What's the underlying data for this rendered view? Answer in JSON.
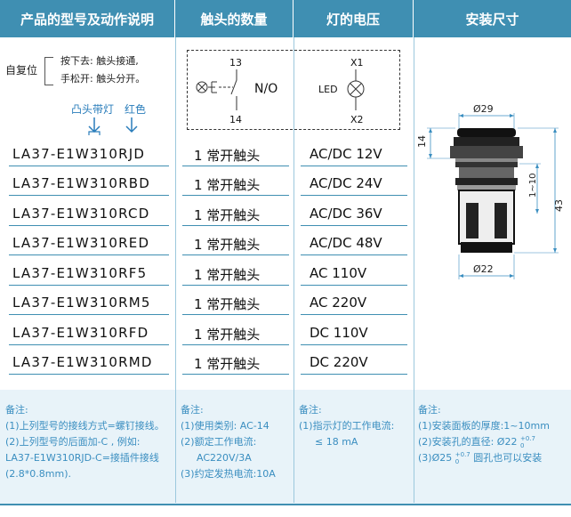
{
  "headers": [
    "产品的型号及动作说明",
    "触头的数量",
    "灯的电压",
    "安装尺寸"
  ],
  "desc": {
    "self_reset": "自复位",
    "press": "按下去: 触头接通,",
    "release": "手松开: 触头分开。",
    "convex_label": "凸头带灯",
    "red_label": "红色"
  },
  "contact_diagram": {
    "top": "13",
    "bottom": "14",
    "mode": "N/O"
  },
  "lamp_diagram": {
    "top": "X1",
    "bottom": "X2",
    "label": "LED"
  },
  "rows": [
    {
      "model": "LA37-E1W310RJD",
      "contact": "1 常开触头",
      "voltage": "AC/DC 12V"
    },
    {
      "model": "LA37-E1W310RBD",
      "contact": "1 常开触头",
      "voltage": "AC/DC 24V"
    },
    {
      "model": "LA37-E1W310RCD",
      "contact": "1 常开触头",
      "voltage": "AC/DC 36V"
    },
    {
      "model": "LA37-E1W310RED",
      "contact": "1 常开触头",
      "voltage": "AC/DC 48V"
    },
    {
      "model": "LA37-E1W310RF5",
      "contact": "1 常开触头",
      "voltage": "AC 110V"
    },
    {
      "model": "LA37-E1W310RM5",
      "contact": "1 常开触头",
      "voltage": "AC 220V"
    },
    {
      "model": "LA37-E1W310RFD",
      "contact": "1 常开触头",
      "voltage": "DC 110V"
    },
    {
      "model": "LA37-E1W310RMD",
      "contact": "1 常开触头",
      "voltage": "DC 220V"
    }
  ],
  "dimensions": {
    "d_top": "Ø29",
    "h14": "14",
    "range": "1~10",
    "h43": "43",
    "d_bottom": "Ø22"
  },
  "notes": {
    "col1": [
      "备注:",
      "(1)上列型号的接线方式=螺钉接线。",
      "(2)上列型号的后面加-C , 例如:",
      "LA37-E1W310RJD-C=接插件接线",
      "(2.8*0.8mm)."
    ],
    "col2": [
      "备注:",
      "(1)使用类别: AC-14",
      "(2)额定工作电流:",
      "AC220V/3A",
      "(3)约定发热电流:10A"
    ],
    "col3": [
      "备注:",
      "(1)指示灯的工作电流:",
      "≤ 18 mA"
    ],
    "col4": [
      "备注:",
      "(1)安装面板的厚度:1~10mm",
      "(2)安装孔的直径: Ø22",
      "(3)Ø25",
      "圆孔也可以安装"
    ],
    "tol_plus": "+0.7",
    "tol_zero": "0"
  },
  "colors": {
    "header": "#3f8fb2",
    "rule": "#3f8fb2",
    "note": "#3a8ec0",
    "band": "#e8f3f9"
  }
}
